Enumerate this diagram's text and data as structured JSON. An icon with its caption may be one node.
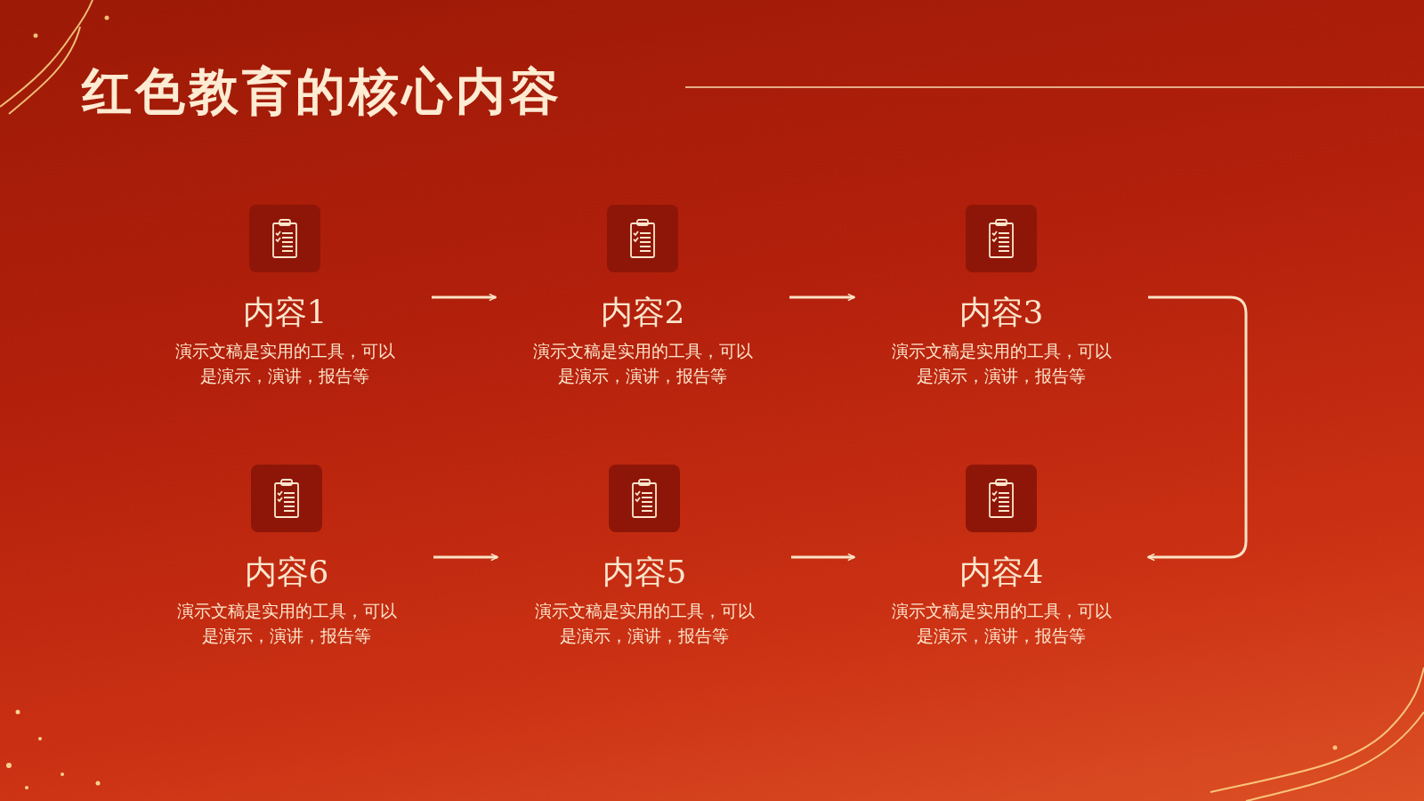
{
  "diagram": {
    "title": "红色教育的核心内容",
    "nodes": [
      {
        "text": [
          "内容1",
          "演示文稿是实用的工具，可以是演示，演讲，报告等"
        ]
      },
      {
        "text": [
          "内容2",
          "演示文稿是实用的工具，可以是演示，演讲，报告等"
        ]
      },
      {
        "text": [
          "内容3",
          "演示文稿是实用的工具，可以是演示，演讲，报告等"
        ]
      },
      {
        "text": [
          "内容6",
          "演示文稿是实用的工具，可以是演示，演讲，报告等"
        ]
      },
      {
        "text": [
          "内容5",
          "演示文稿是实用的工具，可以是演示，演讲，报告等"
        ]
      },
      {
        "text": [
          "内容4",
          "演示文稿是实用的工具，可以是演示，演讲，报告等"
        ]
      }
    ],
    "edges": [
      {
        "from": 0,
        "to": 1,
        "arrow": "to"
      },
      {
        "from": 1,
        "to": 2,
        "arrow": "to"
      },
      {
        "from": 2,
        "to": 5,
        "arrow": "to"
      },
      {
        "from": 3,
        "to": 4,
        "arrow": "to"
      },
      {
        "from": 4,
        "to": 5,
        "arrow": "to"
      }
    ]
  }
}
